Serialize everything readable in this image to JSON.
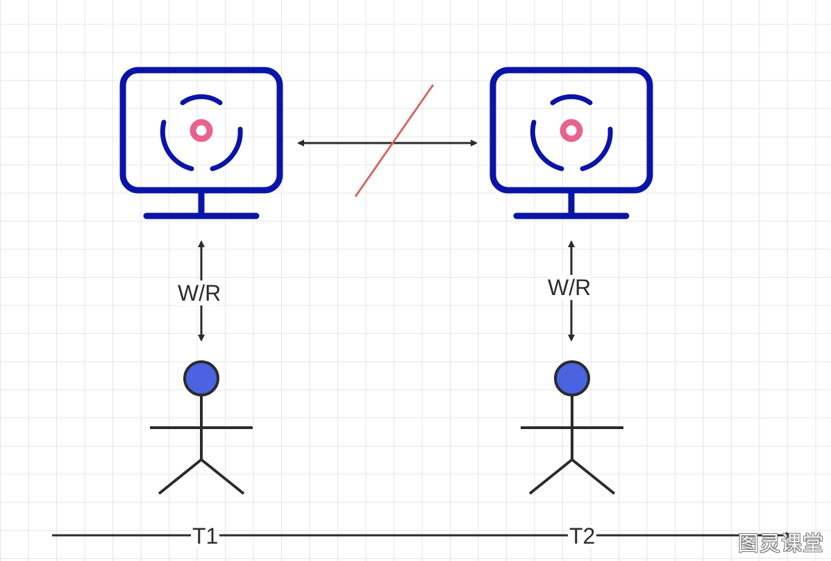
{
  "diagram": {
    "left_client": {
      "link_label": "W/R",
      "time_label": "T1"
    },
    "right_client": {
      "link_label": "W/R",
      "time_label": "T2"
    }
  },
  "watermark": "图灵课堂",
  "colors": {
    "monitor": "#0a14a6",
    "camera_dot": "#e8638c",
    "person_head": "#4a63e0",
    "stroke": "#2b2b2b",
    "slash": "#d46a5e"
  },
  "icons": [
    "monitor-icon",
    "monitor-icon",
    "person-icon",
    "person-icon",
    "double-arrow",
    "timeline-arrow"
  ]
}
